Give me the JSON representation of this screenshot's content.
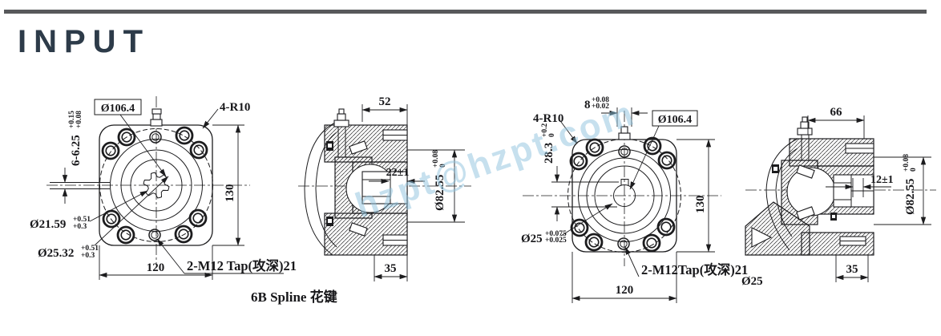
{
  "header": {
    "title": "INPUT"
  },
  "watermark": {
    "text": "hzpt@hzpt.com",
    "color": "#8fc3de"
  },
  "colors": {
    "line": "#1c1c1e",
    "title": "#2d3b49",
    "top_bar": "#58595b"
  },
  "views": {
    "left_front": {
      "flange_dia_box": "Ø106.4",
      "corner_radius": "4-R10",
      "spline_slot": "6-6.25",
      "spline_slot_tol_upper": "+0.15",
      "spline_slot_tol_lower": "+0.08",
      "spline_minor_dia": "Ø21.59",
      "spline_minor_tol_upper": "+0.51",
      "spline_minor_tol_lower": "+0.3",
      "spline_major_dia": "Ø25.32",
      "spline_major_tol_upper": "+0.51",
      "spline_major_tol_lower": "+0.3",
      "height": "130",
      "width": "120",
      "tap_note": "2-M12 Tap(攻深)21",
      "spline_note": "6B Spline 花键"
    },
    "left_section": {
      "depth": "52",
      "bore_depth": "22±1",
      "pilot_dia": "Ø82.55",
      "pilot_tol_upper": "+0.08",
      "pilot_tol_lower": "0",
      "hub_length": "35"
    },
    "right_front": {
      "corner_radius": "4-R10",
      "flange_dia_box": "Ø106.4",
      "key_width": "8",
      "key_width_tol_upper": "+0.08",
      "key_width_tol_lower": "+0.02",
      "key_depth": "28.3",
      "key_depth_tol_upper": "+0.2",
      "key_depth_tol_lower": "0",
      "bore_dia": "Ø25",
      "bore_tol_upper": "+0.075",
      "bore_tol_lower": "+0.025",
      "height": "130",
      "width": "120",
      "tap_note": "2-M12Tap(攻深)21"
    },
    "right_section": {
      "depth": "66",
      "bore_depth": "12±1",
      "pilot_dia": "Ø82.55",
      "pilot_tol_upper": "+0.08",
      "pilot_tol_lower": "0",
      "hub_length": "35",
      "shaft_dia": "Ø25"
    }
  }
}
